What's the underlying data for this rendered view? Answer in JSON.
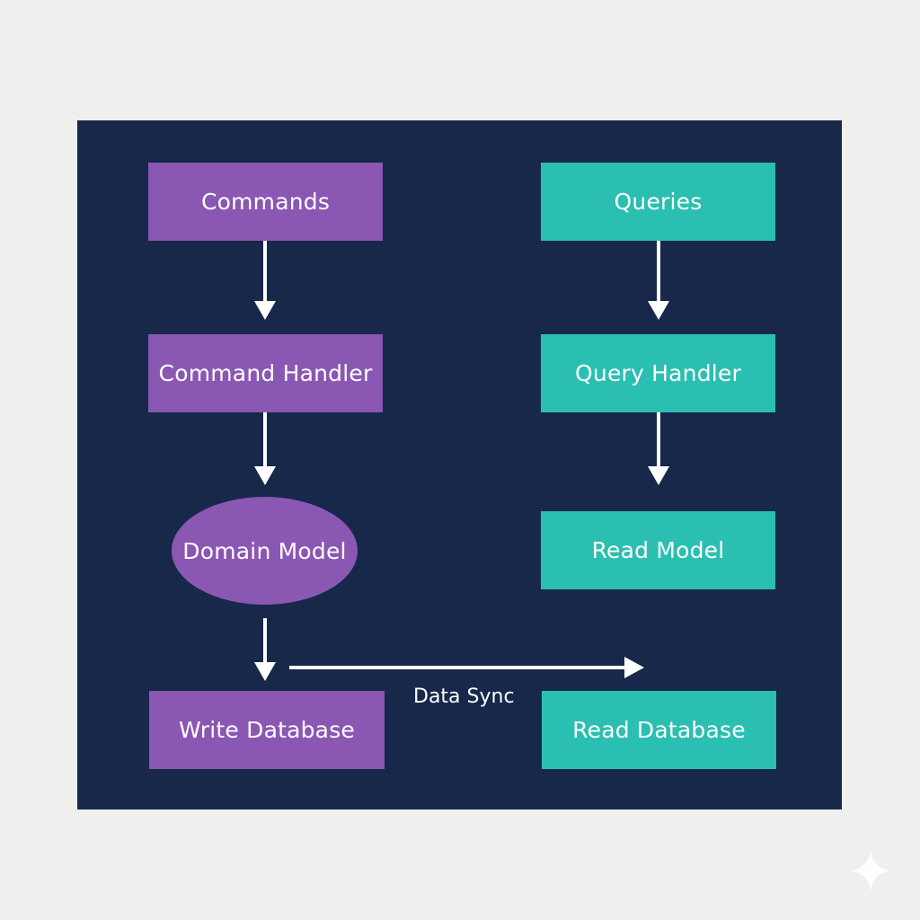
{
  "colors": {
    "background": "#efefee",
    "panel": "#17284a",
    "command_side": "#8a57b3",
    "query_side": "#2bbfb1",
    "text": "#ffffff",
    "arrow": "#ffffff"
  },
  "diagram": {
    "command_side": {
      "commands": "Commands",
      "command_handler": "Command Handler",
      "domain_model": "Domain Model",
      "write_database": "Write Database"
    },
    "query_side": {
      "queries": "Queries",
      "query_handler": "Query Handler",
      "read_model": "Read Model",
      "read_database": "Read Database"
    },
    "sync_label": "Data Sync"
  },
  "icons": {
    "watermark": "sparkle-icon"
  }
}
